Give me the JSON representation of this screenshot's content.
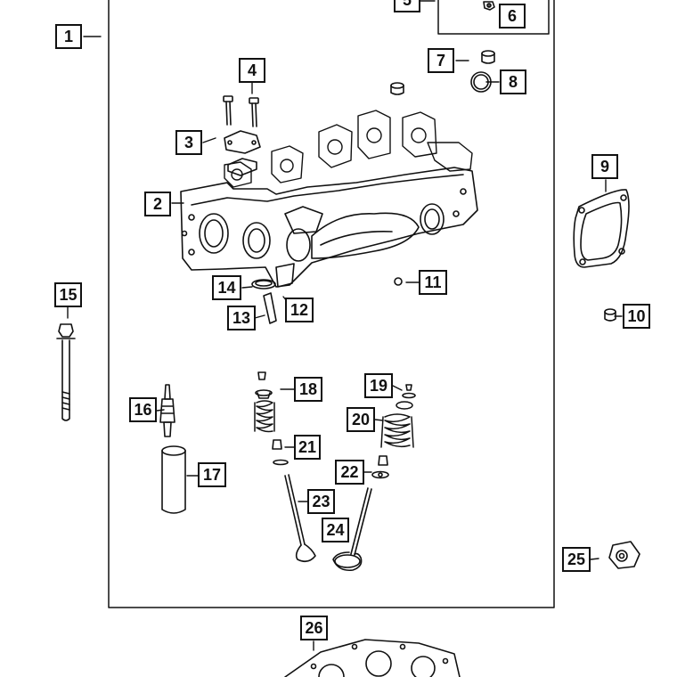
{
  "callouts": {
    "c1": "1",
    "c2": "2",
    "c3": "3",
    "c4": "4",
    "c5": "5",
    "c6": "6",
    "c7": "7",
    "c8": "8",
    "c9": "9",
    "c10": "10",
    "c11": "11",
    "c12": "12",
    "c13": "13",
    "c14": "14",
    "c15": "15",
    "c16": "16",
    "c17": "17",
    "c18": "18",
    "c19": "19",
    "c20": "20",
    "c21": "21",
    "c22": "22",
    "c23": "23",
    "c24": "24",
    "c25": "25",
    "c26": "26"
  },
  "line_color": "#111111"
}
